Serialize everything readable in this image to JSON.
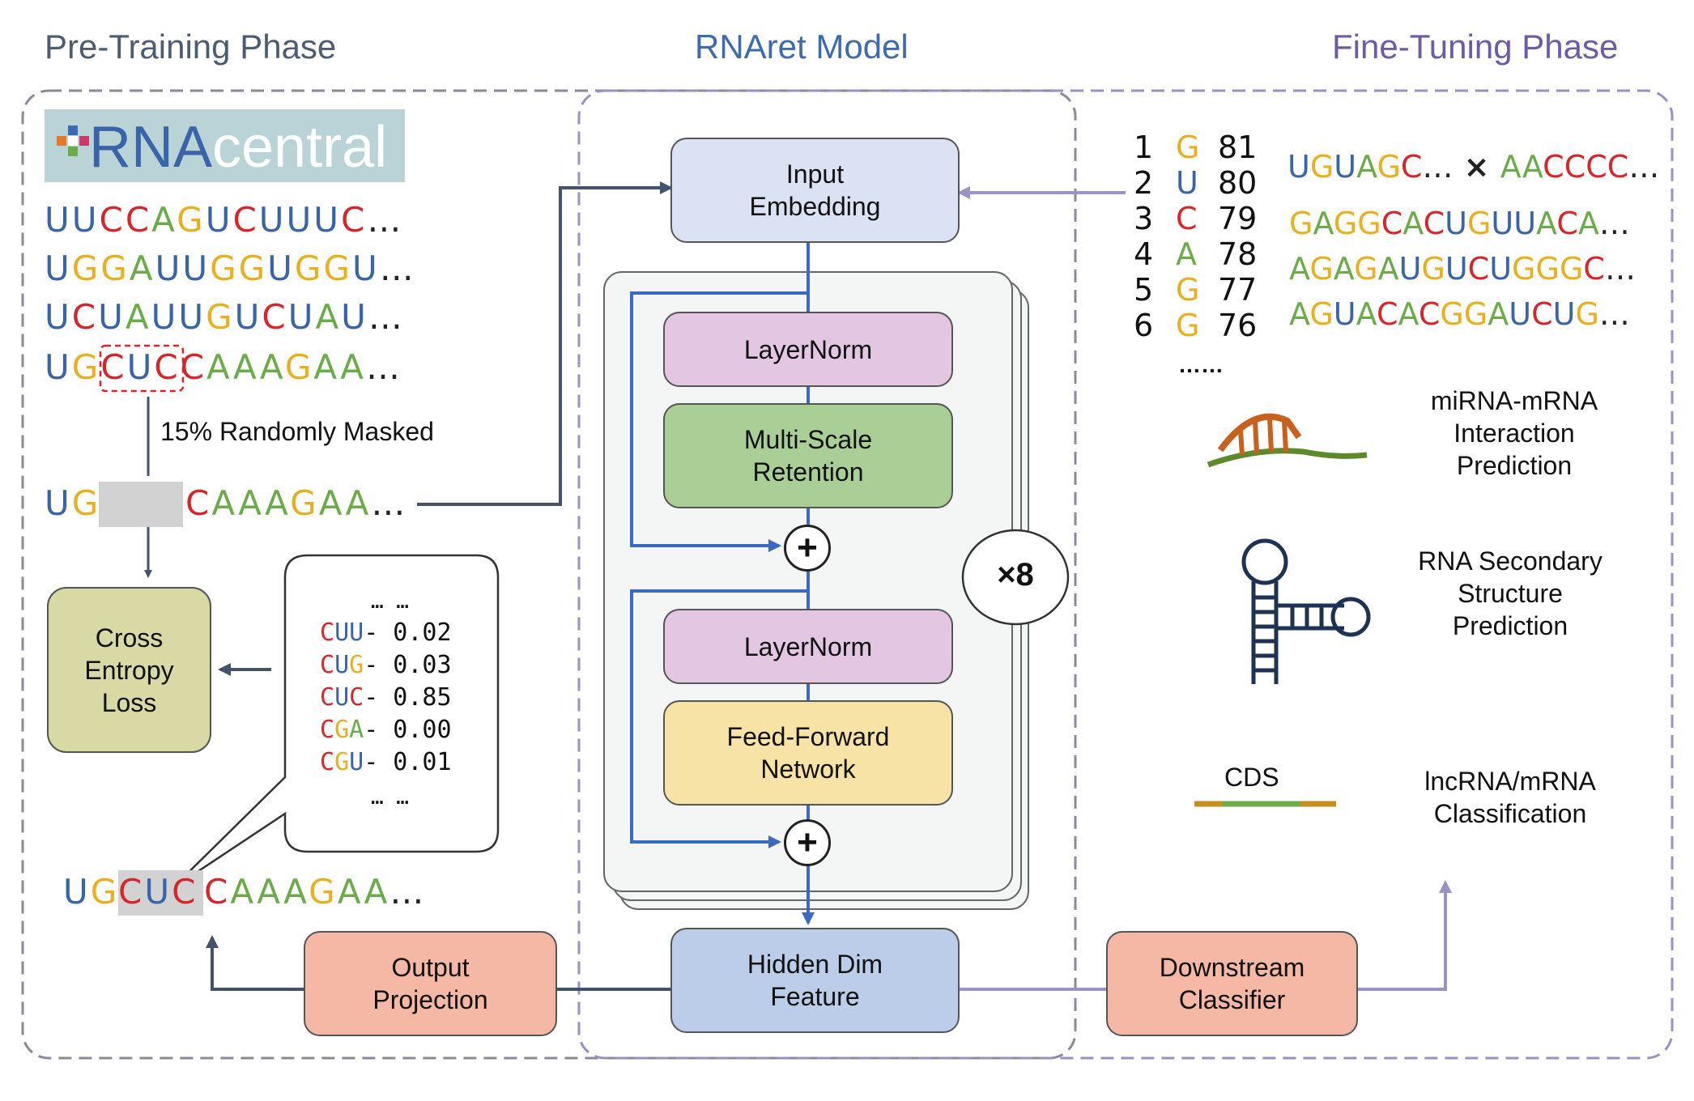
{
  "colors": {
    "A": "#6bab4a",
    "U": "#3a64a8",
    "G": "#e8b020",
    "C": "#d6262a",
    "pretrain_heading": "#4b5c74",
    "model_heading": "#3e6bb0",
    "finetune_heading": "#6d5aa8"
  },
  "headings": {
    "pretrain": "Pre-Training Phase",
    "model": "RNAret Model",
    "finetune": "Fine-Tuning Phase"
  },
  "logo": {
    "prefix": "RNA",
    "suffix": "central"
  },
  "pretrain": {
    "sequences": [
      "UUCCAGUCUUUC",
      "UGGAUUGGUGGU",
      "UCUAUUGUCUAU",
      "UGCUCCAAAGAA"
    ],
    "ellipsis": "…",
    "mask_label": "15% Randomly Masked",
    "masked_prefix": "UG",
    "masked_suffix": "CAAAGAA",
    "loss_box": "Cross\nEntropy\nLoss",
    "predictions": [
      {
        "codon": "CUU",
        "prob": "- 0.02"
      },
      {
        "codon": "CUG",
        "prob": "- 0.03"
      },
      {
        "codon": "CUC",
        "prob": "- 0.85"
      },
      {
        "codon": "CGA",
        "prob": "- 0.00"
      },
      {
        "codon": "CGU",
        "prob": "- 0.01"
      }
    ],
    "pred_ellipsis_top": "… …",
    "pred_ellipsis_bottom": "… …",
    "output_prefix": "UG",
    "output_highlight": "CUC",
    "output_suffix": "CAAAGAA",
    "output_projection": "Output\nProjection"
  },
  "model": {
    "input_embedding": "Input\nEmbedding",
    "layernorm_1": "LayerNorm",
    "retention": "Multi-Scale\nRetention",
    "layernorm_2": "LayerNorm",
    "ffn": "Feed-Forward\nNetwork",
    "plus": "+",
    "repeat": "×8",
    "hidden": "Hidden Dim\nFeature"
  },
  "finetune": {
    "vocab": [
      {
        "rank": "1",
        "token": "G",
        "id": "81"
      },
      {
        "rank": "2",
        "token": "U",
        "id": "80"
      },
      {
        "rank": "3",
        "token": "C",
        "id": "79"
      },
      {
        "rank": "4",
        "token": "A",
        "id": "78"
      },
      {
        "rank": "5",
        "token": "G",
        "id": "77"
      },
      {
        "rank": "6",
        "token": "G",
        "id": "76"
      }
    ],
    "vocab_ellipsis": "……",
    "pair_left": "UGUAGC",
    "pair_left_ellipsis": "…",
    "pair_times": " × ",
    "pair_right": "AACCCC",
    "pair_right_ellipsis": "…",
    "seq_lines": [
      "GAGGCACUGUUACA",
      "AGAGAUGUCUGGGC",
      "AGUACACGGAUCUG"
    ],
    "task_mirna": "miRNA-mRNA\nInteraction\nPrediction",
    "task_structure": "RNA Secondary\nStructure\nPrediction",
    "cds_label": "CDS",
    "task_lnc": "lncRNA/mRNA\nClassification",
    "downstream": "Downstream\nClassifier"
  }
}
